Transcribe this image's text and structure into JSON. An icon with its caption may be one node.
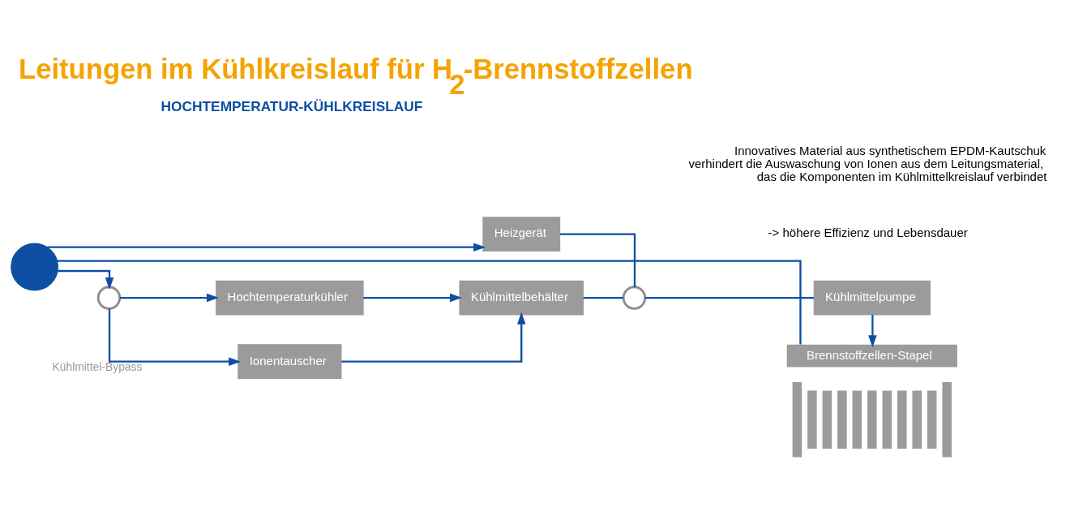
{
  "diagram": {
    "title": "Leitungen im Kühlkreislauf für H$_{2}$-Brennstoffzellen",
    "nodes": [
      {
        "text": [
          "Brennstoffzellen-Stapel"
        ]
      },
      {
        "text": [],
        "shape": "circle"
      },
      {
        "text": [
          "Heizgerät"
        ]
      },
      {
        "text": [],
        "shape": "valve"
      },
      {
        "text": [
          "Hochtemperaturkühler"
        ]
      },
      {
        "text": [
          "Kühlmittelbehälter"
        ]
      },
      {
        "text": [],
        "shape": "valve"
      },
      {
        "text": [
          "Kühlmittelpumpe"
        ]
      },
      {
        "text": [
          "Ionentauscher"
        ]
      }
    ],
    "edges": [
      {
        "from": 0,
        "to": 1,
        "arrow": "none"
      },
      {
        "from": 1,
        "to": 3,
        "arrow": "to"
      },
      {
        "from": 1,
        "to": 2,
        "arrow": "to"
      },
      {
        "from": 3,
        "to": 4,
        "arrow": "to"
      },
      {
        "from": 4,
        "to": 5,
        "arrow": "to"
      },
      {
        "from": 3,
        "to": 8,
        "arrow": "to",
        "label": "Kühlmittel-Bypass"
      },
      {
        "from": 8,
        "to": 5,
        "arrow": "to"
      },
      {
        "from": 5,
        "to": 6,
        "arrow": "none"
      },
      {
        "from": 2,
        "to": 6,
        "arrow": "none"
      },
      {
        "from": 6,
        "to": 7,
        "arrow": "none"
      },
      {
        "from": 7,
        "to": 0,
        "arrow": "to"
      }
    ],
    "labels": [
      "HOCHTEMPERATUR-KÜHLKREISLAUF",
      "Innovatives Material aus synthetischem EPDM-Kautschuk verhindert die Auswaschung von Ionen aus dem Leitungsmaterial, das die Komponenten im Kühlmittelkreislauf verbindet",
      "-> höhere Effizienz und Lebensdauer"
    ]
  }
}
